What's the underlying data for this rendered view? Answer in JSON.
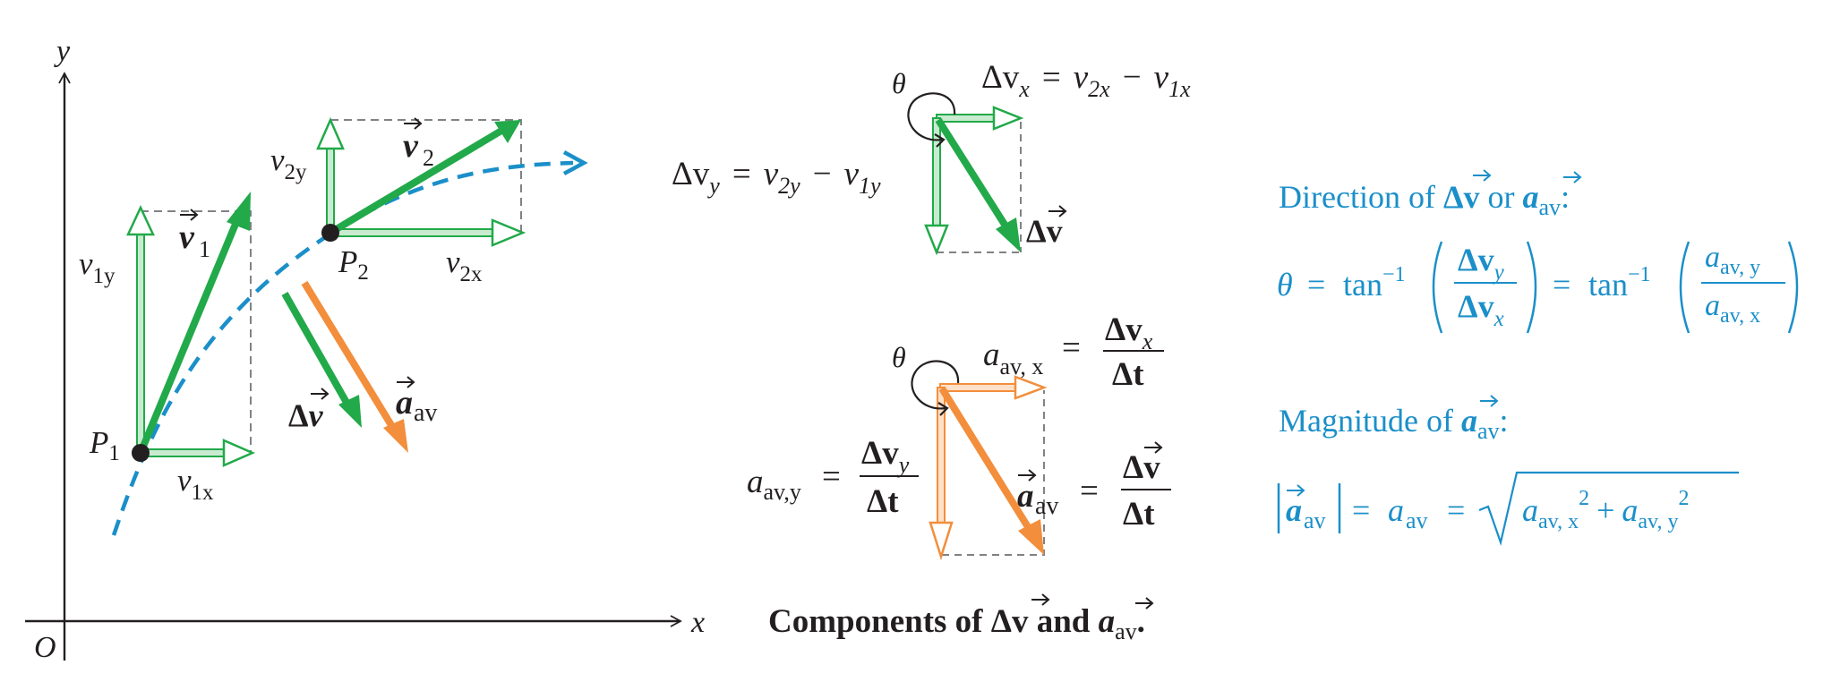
{
  "axes": {
    "y_label": "y",
    "x_label": "x",
    "origin_label": "O"
  },
  "points": {
    "p1": {
      "letter": "P",
      "sub": "1"
    },
    "p2": {
      "letter": "P",
      "sub": "2"
    }
  },
  "vectors": {
    "v1": {
      "letter": "v",
      "sub": "1"
    },
    "v2": {
      "letter": "v",
      "sub": "2"
    },
    "v1x": {
      "letter": "v",
      "sub": "1x"
    },
    "v1y": {
      "letter": "v",
      "sub": "1y"
    },
    "v2x": {
      "letter": "v",
      "sub": "2x"
    },
    "v2y": {
      "letter": "v",
      "sub": "2y"
    },
    "dv": {
      "delta": "Δ",
      "letter": "v"
    },
    "aav": {
      "letter": "a",
      "sub": "av"
    }
  },
  "velocity_components": {
    "theta": "θ",
    "dvx_lhs": "Δv",
    "dvx_lhs_sub": "x",
    "dvx_rhs_a": "v",
    "dvx_rhs_a_sub": "2x",
    "dvx_rhs_b": "v",
    "dvx_rhs_b_sub": "1x",
    "dvy_lhs": "Δv",
    "dvy_lhs_sub": "y",
    "dvy_rhs_a": "v",
    "dvy_rhs_a_sub": "2y",
    "dvy_rhs_b": "v",
    "dvy_rhs_b_sub": "1y",
    "dv_label": "Δv",
    "equals": "=",
    "minus": "−"
  },
  "acceleration_components": {
    "theta": "θ",
    "aavx_lhs": "a",
    "aavx_lhs_sub": "av, x",
    "aavx_num": "Δv",
    "aavx_num_sub": "x",
    "aavx_den": "Δt",
    "aavy_lhs": "a",
    "aavy_lhs_sub": "av,y",
    "aavy_num": "Δv",
    "aavy_num_sub": "y",
    "aavy_den": "Δt",
    "aav_lhs": "a",
    "aav_lhs_sub": "av",
    "aav_num": "Δv",
    "aav_den": "Δt",
    "equals": "="
  },
  "caption": {
    "text_a": "Components of ",
    "dv": "Δv",
    "text_b": " and ",
    "a": "a",
    "a_sub": "av",
    "period": "."
  },
  "direction_panel": {
    "title_a": "Direction of ",
    "title_dv": "Δv",
    "title_or": " or ",
    "title_a_letter": "a",
    "title_a_sub": "av",
    "title_colon": ":",
    "theta": "θ",
    "eq": "=",
    "tan": "tan",
    "inv": "−1",
    "frac1_num": "Δv",
    "frac1_num_sub": "y",
    "frac1_den": "Δv",
    "frac1_den_sub": "x",
    "frac2_num": "a",
    "frac2_num_sub": "av, y",
    "frac2_den": "a",
    "frac2_den_sub": "av, x"
  },
  "magnitude_panel": {
    "title_a": "Magnitude of ",
    "title_a_letter": "a",
    "title_a_sub": "av",
    "title_colon": ":",
    "abs_letter": "a",
    "abs_sub": "av",
    "eq": "=",
    "rhs_letter": "a",
    "rhs_sub": "av",
    "sq1_letter": "a",
    "sq1_sub": "av, x",
    "sq_pow": "2",
    "plus": "+",
    "sq2_letter": "a",
    "sq2_sub": "av, y"
  },
  "colors": {
    "green": "#22a94a",
    "light_green": "#8ed49c",
    "green_fill": "#c8ebcf",
    "orange": "#f28e3c",
    "light_orange": "#f7bb8a",
    "orange_fill": "#fde0c7",
    "blue": "#1b8fc9",
    "dark": "#231f20",
    "dashed_gray": "#808285"
  }
}
